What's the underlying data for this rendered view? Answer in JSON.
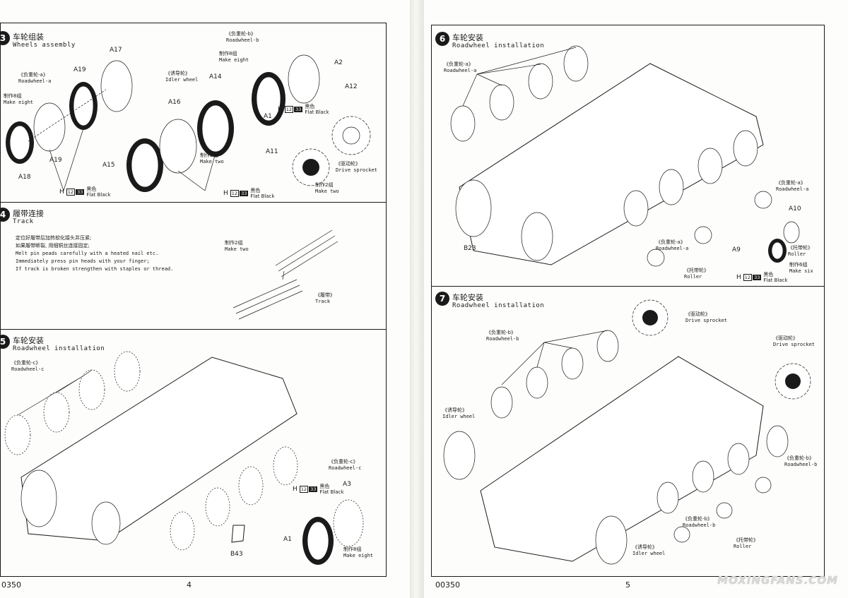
{
  "left_page": {
    "step3": {
      "number": "3",
      "title_cn": "车轮组装",
      "title_en": "Wheels assembly",
      "labels": [
        {
          "cn": "《负重轮-a》",
          "en": "Roadwheel-a"
        },
        {
          "cn": "制作8组",
          "en": "Make eight"
        },
        {
          "cn": "《诱导轮》",
          "en": "Idler wheel"
        },
        {
          "cn": "制作2组",
          "en": "Make two"
        },
        {
          "cn": "《负重轮-b》",
          "en": "Roadwheel-b"
        },
        {
          "cn": "制作8组",
          "en": "Make eight"
        },
        {
          "cn": "《驱动轮》",
          "en": "Drive sprocket"
        },
        {
          "cn": "制作2组",
          "en": "Make two"
        }
      ],
      "parts": [
        "A17",
        "A19",
        "A18",
        "A19",
        "A16",
        "A14",
        "A15",
        "A2",
        "A12",
        "A11",
        "A1"
      ],
      "paint": [
        {
          "h": "H",
          "code1": "12",
          "code2": "33",
          "cn": "黑色",
          "en": "Flat Black"
        },
        {
          "h": "H",
          "code1": "12",
          "code2": "33",
          "cn": "黑色",
          "en": "Flat Black"
        },
        {
          "h": "H",
          "code1": "12",
          "code2": "33",
          "cn": "黑色",
          "en": "Flat Black"
        }
      ]
    },
    "step4": {
      "number": "4",
      "title_cn": "履带连接",
      "title_en": "Track",
      "notes": [
        "定位好履带后加热软化接头并压紧;",
        "如果履带断裂, 用细铜丝连接固定;",
        "Melt pin peads carefully with a heated nail etc.",
        "Immediately press pin heads with your finger;",
        "If track is broken strengthen with staples or thread."
      ],
      "make": {
        "cn": "制作2组",
        "en": "Make two"
      },
      "track": {
        "cn": "《履带》",
        "en": "Track"
      }
    },
    "step5": {
      "number": "5",
      "title_cn": "车轮安装",
      "title_en": "Roadwheel installation",
      "labels": [
        {
          "cn": "《负重轮-c》",
          "en": "Roadwheel-c"
        },
        {
          "cn": "《负重轮-c》",
          "en": "Roadwheel-c"
        },
        {
          "cn": "制作8组",
          "en": "Make eight"
        }
      ],
      "parts": [
        "A3",
        "A1",
        "B43"
      ],
      "paint": {
        "h": "H",
        "code1": "12",
        "code2": "33",
        "cn": "黑色",
        "en": "Flat Black"
      }
    },
    "page_code": "0350",
    "page_number": "4"
  },
  "right_page": {
    "step6": {
      "number": "6",
      "title_cn": "车轮安装",
      "title_en": "Roadwheel installation",
      "labels": [
        {
          "cn": "《负重轮-a》",
          "en": "Roadwheel-a"
        },
        {
          "cn": "《负重轮-a》",
          "en": "Roadwheel-a"
        },
        {
          "cn": "《负重轮-a》",
          "en": "Roadwheel-a"
        },
        {
          "cn": "《托带轮》",
          "en": "Roller"
        },
        {
          "cn": "《托带轮》",
          "en": "Roller"
        },
        {
          "cn": "制作6组",
          "en": "Make six"
        }
      ],
      "parts": [
        "B23",
        "A10",
        "A9"
      ],
      "paint": {
        "h": "H",
        "code1": "12",
        "code2": "33",
        "cn": "黑色",
        "en": "Flat Black"
      }
    },
    "step7": {
      "number": "7",
      "title_cn": "车轮安装",
      "title_en": "Roadwheel installation",
      "labels": [
        {
          "cn": "《驱动轮》",
          "en": "Drive sprocket"
        },
        {
          "cn": "《负重轮-b》",
          "en": "Roadwheel-b"
        },
        {
          "cn": "《驱动轮》",
          "en": "Drive sprocket"
        },
        {
          "cn": "《诱导轮》",
          "en": "Idler wheel"
        },
        {
          "cn": "《负重轮-b》",
          "en": "Roadwheel-b"
        },
        {
          "cn": "《负重轮-b》",
          "en": "Roadwheel-b"
        },
        {
          "cn": "《托带轮》",
          "en": "Roller"
        },
        {
          "cn": "《诱导轮》",
          "en": "Idler wheel"
        }
      ]
    },
    "page_code": "00350",
    "page_number": "5",
    "watermark": "MOXINGFANS.COM"
  }
}
